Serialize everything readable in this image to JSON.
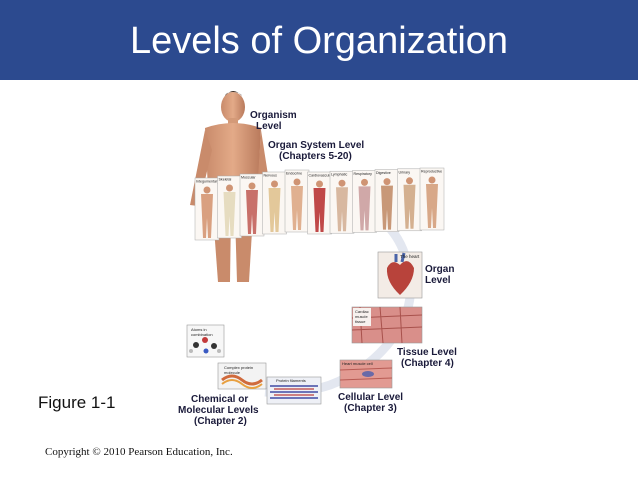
{
  "slide": {
    "title": "Levels of Organization",
    "figure_caption": "Figure 1-1",
    "copyright": "Copyright © 2010 Pearson Education, Inc.",
    "header_color": "#2c4a8f"
  },
  "figure": {
    "organism_label_1": "Organism",
    "organism_label_2": "Level",
    "organ_system_label_1": "Organ System Level",
    "organ_system_label_2": "(Chapters 5-20)",
    "organ_label_1": "Organ",
    "organ_label_2": "Level",
    "heart_label": "The heart",
    "tissue_label_1": "Tissue Level",
    "tissue_label_2": "(Chapter 4)",
    "cardiac_tissue_1": "Cardiac",
    "cardiac_tissue_2": "muscle",
    "cardiac_tissue_3": "tissue",
    "heart_cell_label": "Heart muscle cell",
    "cellular_label_1": "Cellular Level",
    "cellular_label_2": "(Chapter 3)",
    "protein_filaments_label": "Protein filaments",
    "complex_protein_1": "Complex protein",
    "complex_protein_2": "molecule",
    "atoms_1": "Atoms in",
    "atoms_2": "combination",
    "chemical_label_1": "Chemical or",
    "chemical_label_2": "Molecular Levels",
    "chemical_label_3": "(Chapter 2)",
    "systems": [
      "Integumentary",
      "Skeletal",
      "Muscular",
      "Nervous",
      "Endocrine",
      "Cardiovascular",
      "Lymphatic",
      "Respiratory",
      "Digestive",
      "Urinary",
      "Reproductive"
    ]
  }
}
